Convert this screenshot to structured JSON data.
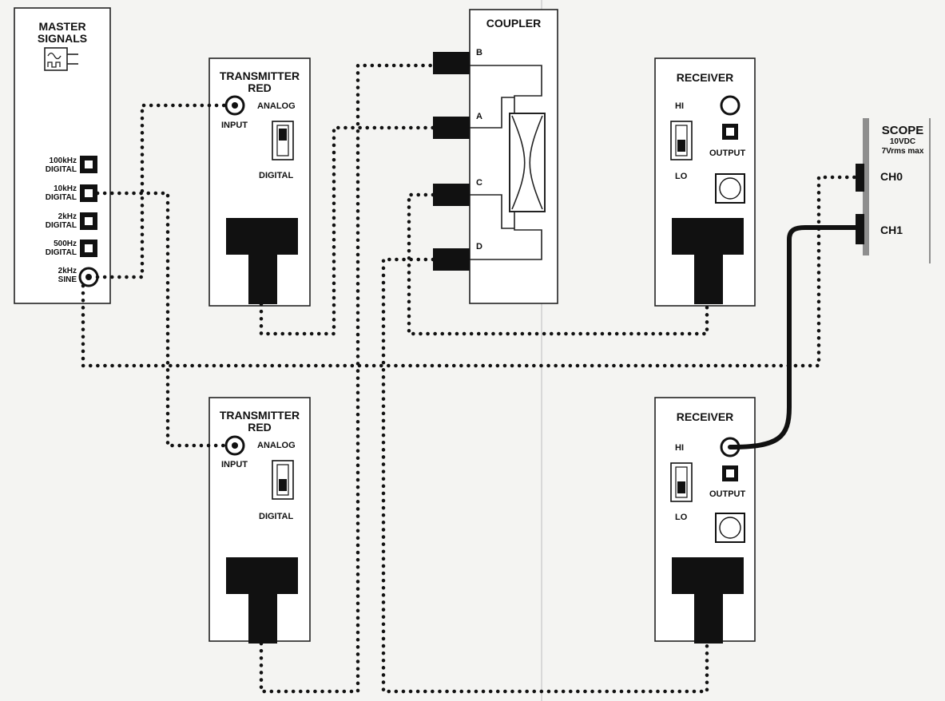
{
  "master": {
    "title": "MASTER\nSIGNALS",
    "outputs": [
      {
        "label": "100kHz\nDIGITAL"
      },
      {
        "label": "10kHz\nDIGITAL"
      },
      {
        "label": "2kHz\nDIGITAL"
      },
      {
        "label": "500Hz\nDIGITAL"
      },
      {
        "label": "2kHz\nSINE"
      }
    ]
  },
  "transmitter_top": {
    "title": "TRANSMITTER\nRED",
    "input": "INPUT",
    "analog": "ANALOG",
    "digital": "DIGITAL"
  },
  "transmitter_bottom": {
    "title": "TRANSMITTER\nRED",
    "input": "INPUT",
    "analog": "ANALOG",
    "digital": "DIGITAL"
  },
  "coupler": {
    "title": "COUPLER",
    "ports": [
      "B",
      "A",
      "C",
      "D"
    ]
  },
  "receiver_top": {
    "title": "RECEIVER",
    "hi": "HI",
    "lo": "LO",
    "output": "OUTPUT"
  },
  "receiver_bottom": {
    "title": "RECEIVER",
    "hi": "HI",
    "lo": "LO",
    "output": "OUTPUT"
  },
  "scope": {
    "title": "SCOPE",
    "spec1": "10VDC",
    "spec2": "7Vrms max",
    "ch0": "CH0",
    "ch1": "CH1"
  },
  "colors": {
    "ink": "#111111",
    "panel": "#ffffff",
    "background": "#f4f4f2"
  }
}
